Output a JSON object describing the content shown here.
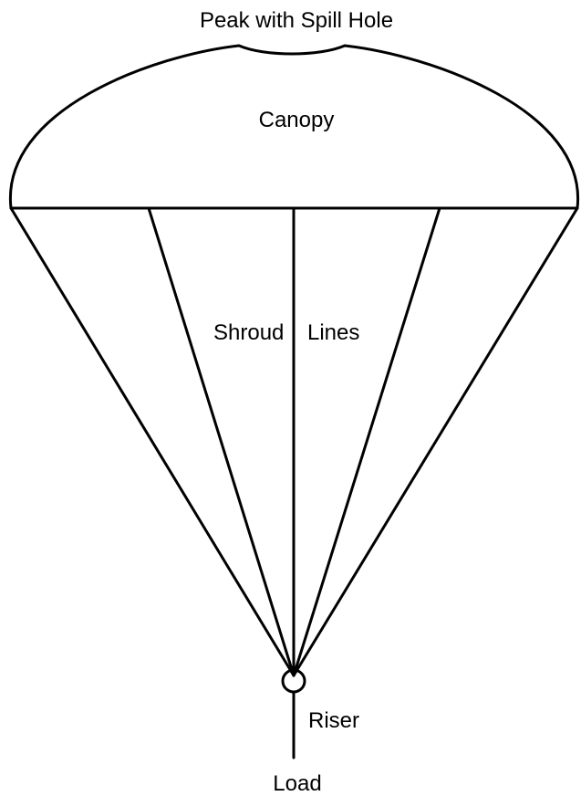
{
  "labels": {
    "peak": "Peak with Spill Hole",
    "canopy": "Canopy",
    "shroud": "Shroud",
    "lines": "Lines",
    "riser": "Riser",
    "load": "Load"
  },
  "colors": {
    "line": "#000000",
    "background": "#ffffff"
  }
}
